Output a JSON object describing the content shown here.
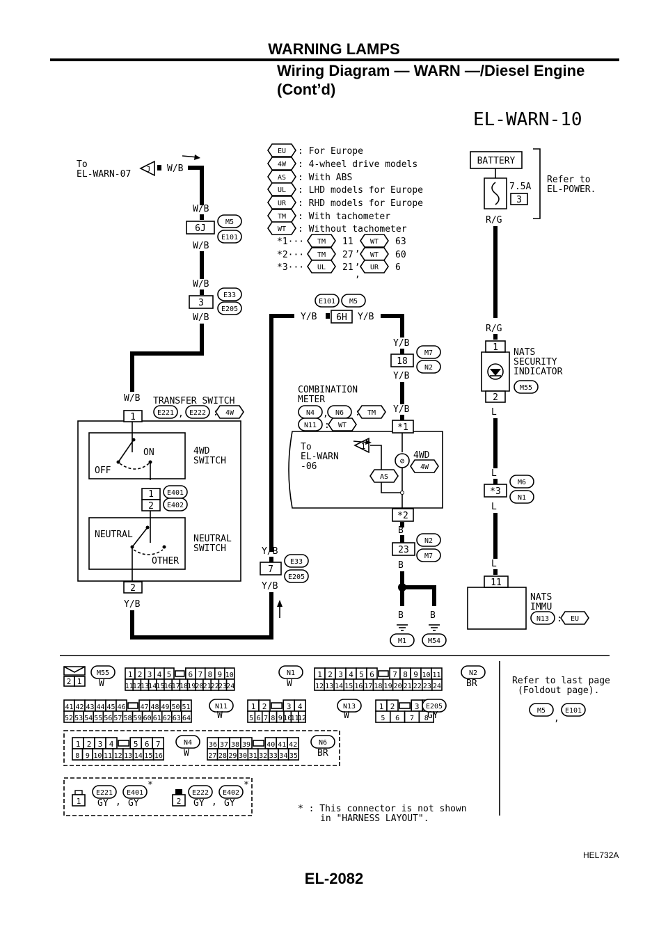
{
  "header": {
    "section_title": "WARNING LAMPS",
    "page_heading": "Wiring Diagram — WARN —/Diesel Engine (Cont’d)"
  },
  "diagram": {
    "code": "EL-WARN-10",
    "legend": [
      {
        "tag": "EU",
        "text": ": For Europe"
      },
      {
        "tag": "4W",
        "text": ": 4-wheel drive models"
      },
      {
        "tag": "AS",
        "text": ": With ABS"
      },
      {
        "tag": "UL",
        "text": ": LHD models for Europe"
      },
      {
        "tag": "UR",
        "text": ": RHD models for Europe"
      },
      {
        "tag": "TM",
        "text": ": With tachometer"
      },
      {
        "tag": "WT",
        "text": ": Without tachometer"
      }
    ],
    "notes": [
      {
        "key": "*1···",
        "a": "TM",
        "av": "11",
        "b": "WT",
        "bv": "63"
      },
      {
        "key": "*2···",
        "a": "TM",
        "av": "27",
        "b": "WT",
        "bv": "60"
      },
      {
        "key": "*3···",
        "a": "UL",
        "av": "21",
        "b": "UR",
        "bv": "6"
      }
    ],
    "to_warn_07": {
      "l1": "To",
      "l2": "EL-WARN-07",
      "pin": "J",
      "wire": "W/B"
    },
    "wire_labels": {
      "wb": "W/B",
      "yb": "Y/B",
      "rg": "R/G",
      "l": "L",
      "b": "B"
    },
    "connectors": {
      "m5": "M5",
      "e101": "E101",
      "e33": "E33",
      "e205": "E205",
      "m7": "M7",
      "n2": "N2",
      "m55": "M55",
      "m6": "M6",
      "n1": "N1",
      "n4": "N4",
      "n6": "N6",
      "n11": "N11",
      "n13": "N13",
      "e221": "E221",
      "e222": "E222",
      "e401": "E401",
      "e402": "E402",
      "m1": "M1",
      "m54": "M54",
      "pin_6j": "6J",
      "pin_3": "3",
      "pin_6h": "6H",
      "pin_18": "18",
      "pin_23": "23",
      "pin_7": "7",
      "pin_1": "1",
      "pin_2": "2",
      "pin_11": "11",
      "pin_s1": "*1",
      "pin_s2": "*2",
      "pin_s3": "*3"
    },
    "battery": {
      "label": "BATTERY",
      "fuse": "7.5A",
      "fuse_no": "3",
      "refer1": "Refer to",
      "refer2": "EL-POWER."
    },
    "nats_indicator": [
      "NATS",
      "SECURITY",
      "INDICATOR"
    ],
    "nats_immu": [
      "NATS",
      "IMMU"
    ],
    "transfer_switch": "TRANSFER SWITCH",
    "switch_4wd": [
      "4WD",
      "SWITCH"
    ],
    "switch_neutral": [
      "NEUTRAL",
      "SWITCH"
    ],
    "sw_on": "ON",
    "sw_off": "OFF",
    "sw_neutral": "NEUTRAL",
    "sw_other": "OTHER",
    "combination_meter": [
      "COMBINATION",
      "METER"
    ],
    "to_warn_06": {
      "l1": "To",
      "l2": "EL-WARN",
      "l3": "-06",
      "pin": "1"
    },
    "lamp_4wd": "4WD",
    "colon": ":",
    "comma": ","
  },
  "connector_table": {
    "c1": {
      "pins_top": [
        "1",
        "2",
        "3",
        "4",
        "5",
        "6",
        "7",
        "8",
        "9",
        "10"
      ],
      "pins_bot": [
        "11",
        "12",
        "13",
        "14",
        "15",
        "16",
        "17",
        "18",
        "19",
        "20",
        "21",
        "22",
        "23",
        "24"
      ],
      "color": "W"
    },
    "c2": {
      "pins_top": [
        "1",
        "2",
        "3",
        "4",
        "5",
        "6",
        "7",
        "8",
        "9",
        "10",
        "11"
      ],
      "pins_bot": [
        "12",
        "13",
        "14",
        "15",
        "16",
        "17",
        "18",
        "19",
        "20",
        "21",
        "22",
        "23",
        "24"
      ],
      "color": "BR"
    },
    "c3": {
      "pins_top": [
        "41",
        "42",
        "43",
        "44",
        "45",
        "46",
        "47",
        "48",
        "49",
        "50",
        "51"
      ],
      "pins_bot": [
        "52",
        "53",
        "54",
        "55",
        "56",
        "57",
        "58",
        "59",
        "60",
        "61",
        "62",
        "63",
        "64"
      ],
      "color": "W"
    },
    "c4": {
      "pins_top": [
        "1",
        "2",
        "3",
        "4"
      ],
      "pins_bot": [
        "5",
        "6",
        "7",
        "8",
        "9",
        "10",
        "11",
        "12"
      ],
      "color": "W"
    },
    "c5": {
      "pins_top": [
        "1",
        "2",
        "3",
        "4"
      ],
      "pins_bot": [
        "5",
        "6",
        "7",
        "8"
      ],
      "color": "GY"
    },
    "c6": {
      "pins_top": [
        "1",
        "2",
        "3",
        "4",
        "5",
        "6",
        "7"
      ],
      "pins_bot": [
        "8",
        "9",
        "10",
        "11",
        "12",
        "13",
        "14",
        "15",
        "16"
      ],
      "color": "W"
    },
    "c7": {
      "pins_top": [
        "36",
        "37",
        "38",
        "39",
        "40",
        "41",
        "42"
      ],
      "pins_bot": [
        "27",
        "28",
        "29",
        "30",
        "31",
        "32",
        "33",
        "34",
        "35"
      ],
      "color": "BR"
    },
    "single_1": {
      "pin": "1",
      "c1": "GY",
      "c2": "GY"
    },
    "single_2": {
      "pin": "2",
      "c1": "GY",
      "c2": "GY"
    },
    "m55_color": "W",
    "refer_last": [
      "Refer to last page",
      "(Foldout page)."
    ],
    "footnote": [
      "* : This connector is not shown",
      "in \"HARNESS LAYOUT\"."
    ],
    "star": "*"
  },
  "footer": {
    "figure_code": "HEL732A",
    "page_number": "EL-2082"
  }
}
